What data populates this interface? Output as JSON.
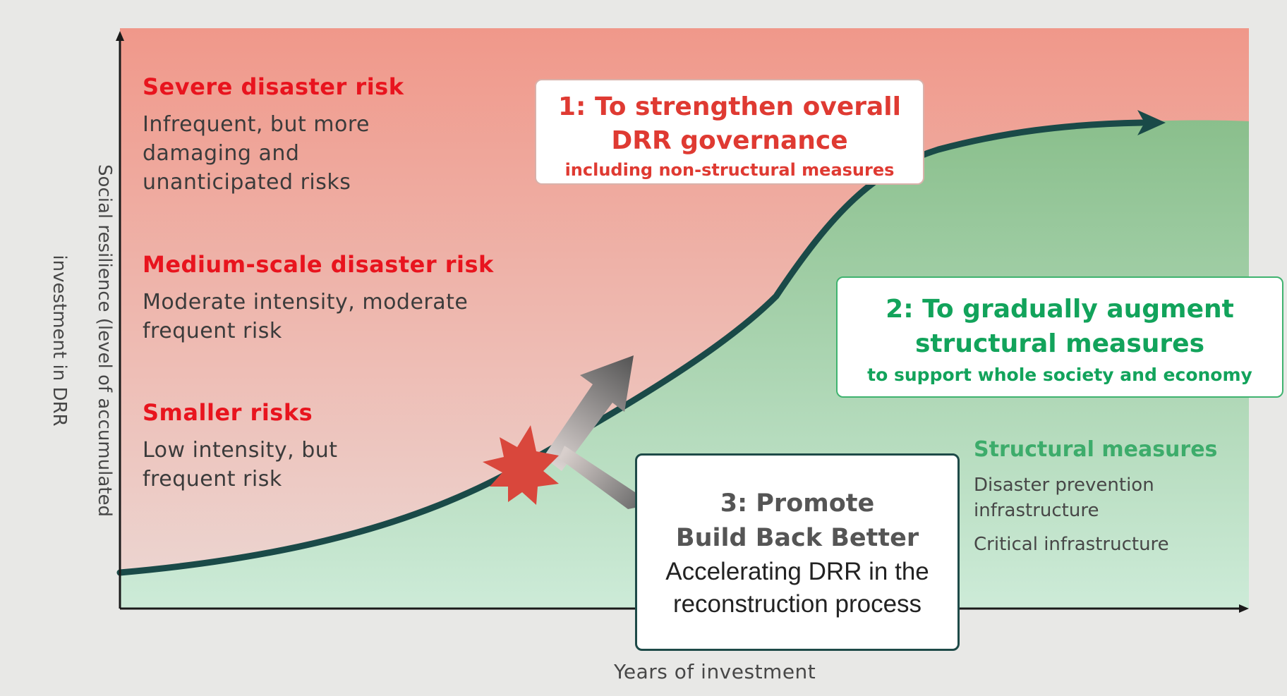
{
  "risk_levels": [
    {
      "title": "Severe disaster risk",
      "lines": [
        "Infrequent, but more",
        "damaging and",
        "unanticipated risks"
      ]
    },
    {
      "title": "Medium-scale disaster risk",
      "lines": [
        "Moderate intensity, moderate",
        "frequent risk"
      ]
    },
    {
      "title": "Smaller risks",
      "lines": [
        "Low intensity, but",
        "frequent risk"
      ]
    }
  ],
  "priority_1": {
    "line1": "1: To strengthen overall",
    "line2": "DRR governance",
    "line3": "including non-structural measures"
  },
  "priority_2": {
    "line1": "2: To gradually augment",
    "line2": "structural measures",
    "line3": "to support whole society and economy"
  },
  "priority_3": {
    "line1": "3: Promote",
    "line2": "Build Back Better",
    "line3": "Accelerating DRR in the",
    "line4": "reconstruction process"
  },
  "structural": {
    "title": "Structural measures",
    "item1_line1": "Disaster prevention",
    "item1_line2": "infrastructure",
    "item2": "Critical infrastructure"
  },
  "axes": {
    "y_line1": "Social resilience (level of accumulated",
    "y_line2": "investment in DRR",
    "x": "Years of investment"
  },
  "colors": {
    "risk_top": "#f0988a",
    "risk_bottom": "#ecd8d4",
    "structural_top": "#8abf8c",
    "structural_bottom": "#cdebd8",
    "curve": "#1a4a48",
    "risk_text": "#e8141e",
    "priority_2": "#12a35b"
  },
  "icons": {
    "disaster_event": "explosion-burst-icon",
    "impact_arrow": "upward-arrow-icon"
  }
}
